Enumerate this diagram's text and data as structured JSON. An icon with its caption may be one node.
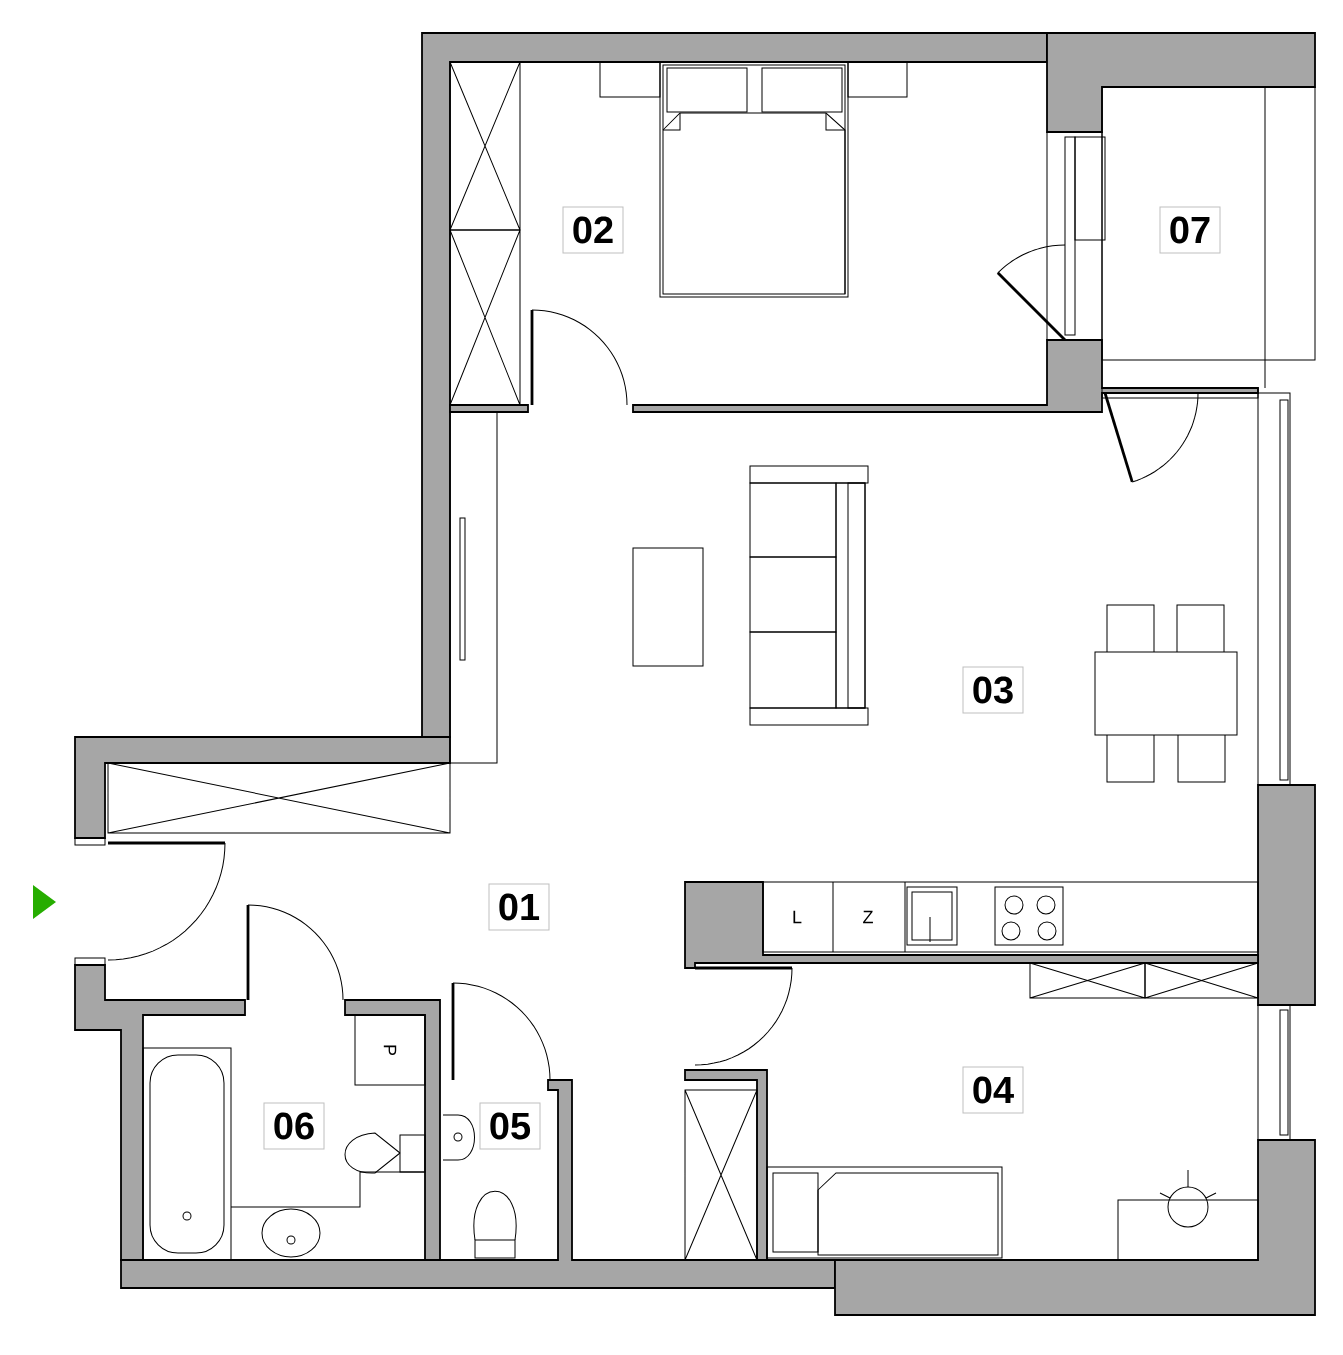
{
  "diagram": {
    "nodes": [
      {
        "text": [
          "02"
        ]
      },
      {
        "text": [
          "07"
        ]
      },
      {
        "text": [
          "03"
        ]
      },
      {
        "text": [
          "01"
        ]
      },
      {
        "text": [
          "06"
        ]
      },
      {
        "text": [
          "05"
        ]
      },
      {
        "text": [
          "04"
        ]
      }
    ],
    "labels": [
      "L",
      "Z",
      "P"
    ]
  }
}
